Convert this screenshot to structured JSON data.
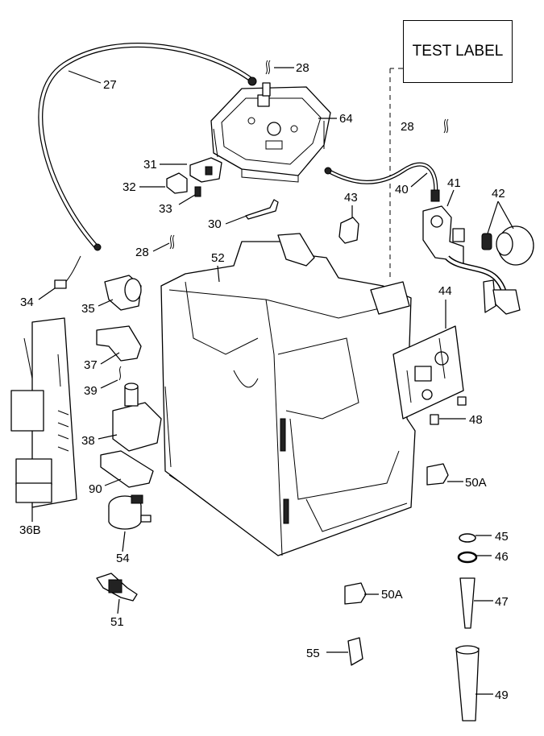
{
  "label_box": {
    "text": "TEST LABEL"
  },
  "callouts": [
    {
      "id": "27",
      "text": "27"
    },
    {
      "id": "28a",
      "text": "28"
    },
    {
      "id": "64",
      "text": "64"
    },
    {
      "id": "28b",
      "text": "28"
    },
    {
      "id": "31",
      "text": "31"
    },
    {
      "id": "32",
      "text": "32"
    },
    {
      "id": "33",
      "text": "33"
    },
    {
      "id": "43",
      "text": "43"
    },
    {
      "id": "40",
      "text": "40"
    },
    {
      "id": "41",
      "text": "41"
    },
    {
      "id": "42",
      "text": "42"
    },
    {
      "id": "30",
      "text": "30"
    },
    {
      "id": "28c",
      "text": "28"
    },
    {
      "id": "52",
      "text": "52"
    },
    {
      "id": "34",
      "text": "34"
    },
    {
      "id": "35",
      "text": "35"
    },
    {
      "id": "44",
      "text": "44"
    },
    {
      "id": "37",
      "text": "37"
    },
    {
      "id": "39",
      "text": "39"
    },
    {
      "id": "38",
      "text": "38"
    },
    {
      "id": "48",
      "text": "48"
    },
    {
      "id": "90",
      "text": "90"
    },
    {
      "id": "50Aa",
      "text": "50A"
    },
    {
      "id": "36B",
      "text": "36B"
    },
    {
      "id": "45",
      "text": "45"
    },
    {
      "id": "54",
      "text": "54"
    },
    {
      "id": "46",
      "text": "46"
    },
    {
      "id": "50Ab",
      "text": "50A"
    },
    {
      "id": "47",
      "text": "47"
    },
    {
      "id": "51",
      "text": "51"
    },
    {
      "id": "55",
      "text": "55"
    },
    {
      "id": "49",
      "text": "49"
    }
  ]
}
